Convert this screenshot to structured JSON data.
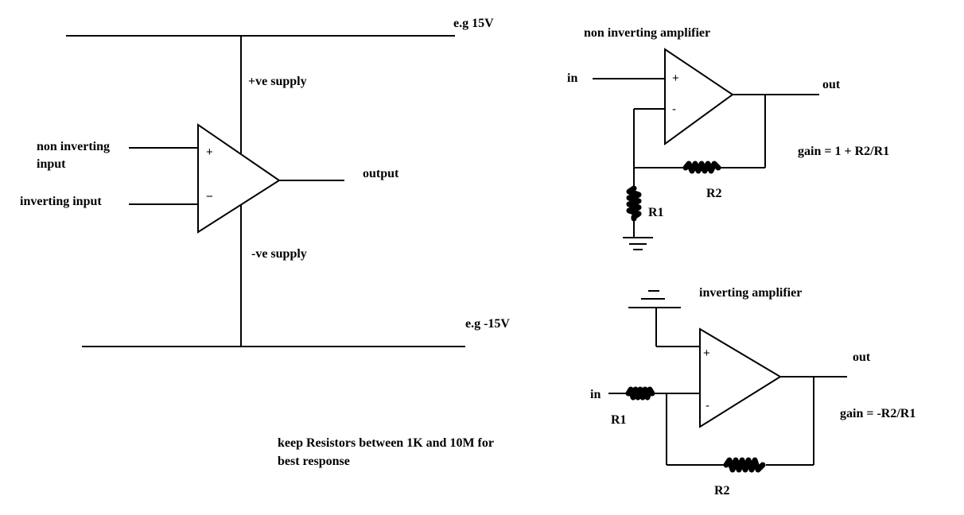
{
  "general_opamp": {
    "supply_pos_example": "e.g 15V",
    "supply_neg_example": "e.g -15V",
    "pos_supply_label": "+ve supply",
    "neg_supply_label": "-ve supply",
    "noninv_input_label_line1": "non inverting",
    "noninv_input_label_line2": "input",
    "inv_input_label": "inverting input",
    "output_label": "output",
    "plus_sign": "+",
    "minus_sign": "−"
  },
  "non_inverting": {
    "title": "non inverting amplifier",
    "in_label": "in",
    "out_label": "out",
    "plus_sign": "+",
    "minus_sign": "-",
    "r1_label": "R1",
    "r2_label": "R2",
    "gain_formula": "gain = 1 + R2/R1"
  },
  "inverting": {
    "title": "inverting amplifier",
    "in_label": "in",
    "out_label": "out",
    "plus_sign": "+",
    "minus_sign": "-",
    "r1_label": "R1",
    "r2_label": "R2",
    "gain_formula": "gain = -R2/R1"
  },
  "note": {
    "line1": "keep Resistors between 1K and 10M for",
    "line2": "best response"
  }
}
